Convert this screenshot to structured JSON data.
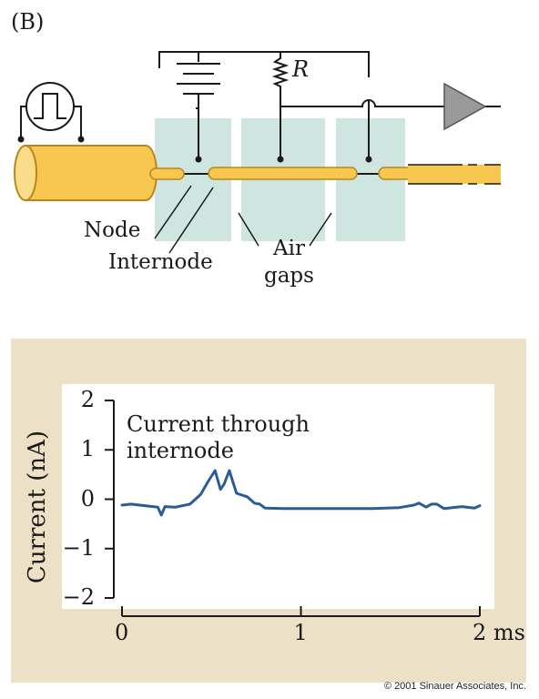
{
  "panel_label": "(B)",
  "diagram": {
    "resistor_label": "R",
    "node_label": "Node",
    "internode_label": "Internode",
    "air_gaps_label_line1": "Air",
    "air_gaps_label_line2": "gaps",
    "colors": {
      "axon_fill": "#f7c74f",
      "axon_edge": "#b88718",
      "air_gap": "#cfe5e0",
      "amplifier": "#9a9a9a",
      "trace": "#2a5d96",
      "panel_bg": "#ece0c7"
    }
  },
  "chart_data": {
    "type": "line",
    "xlabel": "ms",
    "ylabel": "Current (nA)",
    "annotation": "Current through internode",
    "xlim": [
      0,
      2
    ],
    "ylim": [
      -2,
      2
    ],
    "x_ticks": [
      "0",
      "1",
      "2 ms"
    ],
    "y_ticks": [
      "2",
      "1",
      "0",
      "−1",
      "−2"
    ],
    "series": [
      {
        "x": [
          0.0,
          0.05,
          0.1,
          0.15,
          0.2,
          0.22,
          0.24,
          0.3,
          0.38,
          0.44,
          0.48,
          0.52,
          0.55,
          0.57,
          0.6,
          0.62,
          0.64,
          0.7,
          0.74,
          0.77,
          0.8,
          0.9,
          1.0,
          1.2,
          1.4,
          1.55,
          1.63,
          1.66,
          1.7,
          1.73,
          1.76,
          1.8,
          1.9,
          1.97,
          2.0
        ],
        "y": [
          -0.12,
          -0.1,
          -0.12,
          -0.14,
          -0.16,
          -0.32,
          -0.15,
          -0.16,
          -0.1,
          0.1,
          0.35,
          0.58,
          0.2,
          0.3,
          0.58,
          0.35,
          0.12,
          0.05,
          -0.08,
          -0.1,
          -0.18,
          -0.19,
          -0.19,
          -0.19,
          -0.19,
          -0.17,
          -0.12,
          -0.08,
          -0.16,
          -0.1,
          -0.1,
          -0.19,
          -0.15,
          -0.18,
          -0.13
        ]
      }
    ]
  },
  "copyright": "© 2001 Sinauer Associates, Inc."
}
